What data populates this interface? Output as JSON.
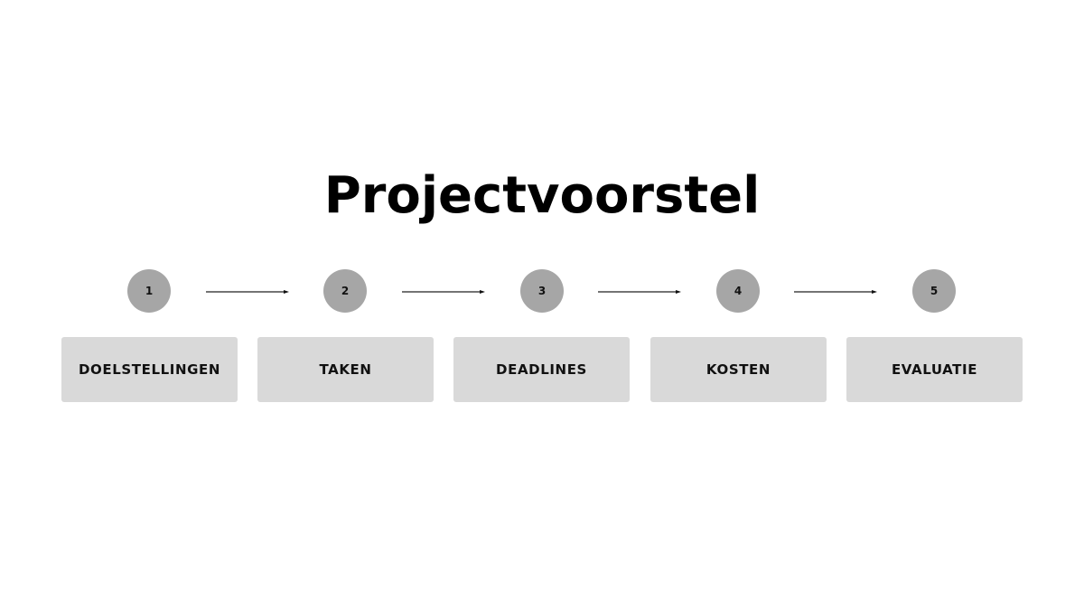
{
  "title": "Projectvoorstel",
  "colors": {
    "circle": "#a6a6a6",
    "box": "#d9d9d9",
    "text": "#000000",
    "background": "#ffffff"
  },
  "steps": [
    {
      "number": "1",
      "label": "DOELSTELLINGEN"
    },
    {
      "number": "2",
      "label": "TAKEN"
    },
    {
      "number": "3",
      "label": "DEADLINES"
    },
    {
      "number": "4",
      "label": "KOSTEN"
    },
    {
      "number": "5",
      "label": "EVALUATIE"
    }
  ],
  "connectors": [
    "arrow-right",
    "arrow-right",
    "arrow-right",
    "arrow-right"
  ]
}
